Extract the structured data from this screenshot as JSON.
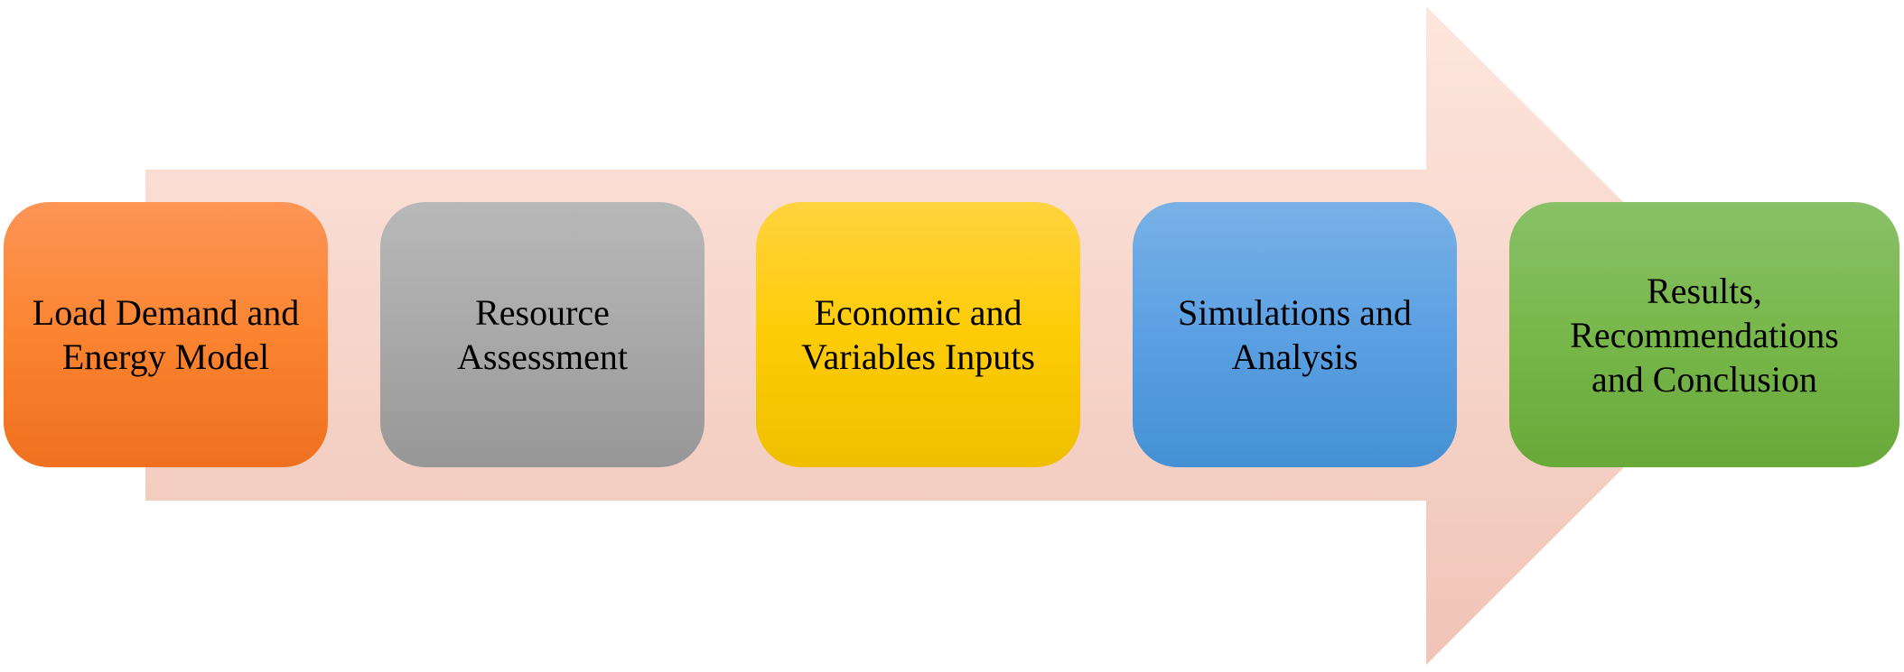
{
  "steps": [
    {
      "label": "Load Demand and Energy Model",
      "color": "#fb8430"
    },
    {
      "label": "Resource Assessment",
      "color": "#a9a9a9"
    },
    {
      "label": "Economic and Variables Inputs",
      "color": "#fecc06"
    },
    {
      "label": "Simulations and Analysis",
      "color": "#5ba0e3"
    },
    {
      "label": "Results, Recommendations and Conclusion",
      "color": "#78b74a"
    }
  ],
  "arrow_color": "#fbd9cf"
}
